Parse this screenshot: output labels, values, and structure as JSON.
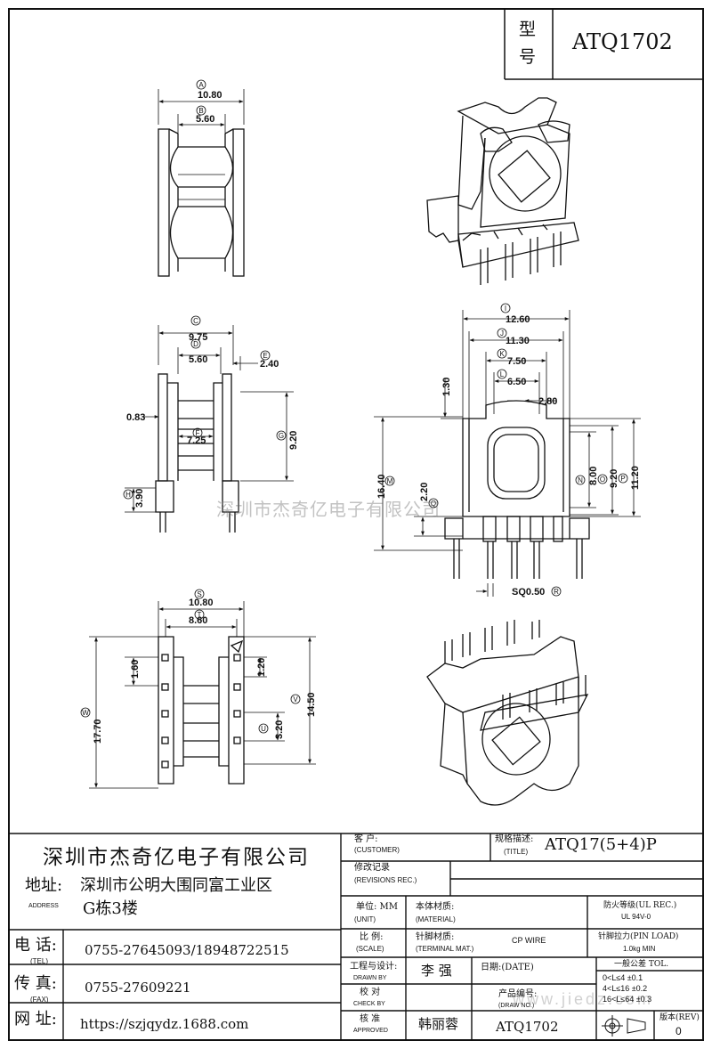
{
  "model_box": {
    "label_line1": "型",
    "label_line2": "号",
    "value": "ATQ1702"
  },
  "views": {
    "top": {
      "a_label": "A",
      "a_dim": "10.80",
      "b_label": "B",
      "b_dim": "5.60"
    },
    "front": {
      "c_label": "C",
      "c_dim": "9.75",
      "d_label": "D",
      "d_dim": "5.60",
      "e_label": "E",
      "e_dim": "2.40",
      "f_label": "F",
      "f_dim": "7.25",
      "g_label": "G",
      "g_dim": "9.20",
      "h_label": "H",
      "h_dim": "3.90",
      "dim_083": "0.83"
    },
    "side": {
      "i_label": "I",
      "i_dim": "12.60",
      "j_label": "J",
      "j_dim": "11.30",
      "k_label": "K",
      "k_dim": "7.50",
      "l_label": "L",
      "l_dim": "6.50",
      "dim_280": "2.80",
      "dim_130": "1.30",
      "m_label": "M",
      "m_dim": "16.40",
      "n_label": "N",
      "n_dim": "8.00",
      "o_label": "O",
      "o_dim": "9.20",
      "p_label": "P",
      "p_dim": "11.20",
      "q_dim": "2.20",
      "r_label": "R",
      "r_dim": "SQ0.50"
    },
    "bottom": {
      "s_label": "S",
      "s_dim": "10.80",
      "t_label": "T",
      "t_dim": "8.60",
      "u_label": "U",
      "u_dim": "3.20",
      "v_label": "V",
      "v_dim": "14.50",
      "w_label": "W",
      "w_dim": "17.70",
      "dim_160": "1.60",
      "dim_120": "1.20"
    }
  },
  "watermark": "深圳市杰奇亿电子有限公司",
  "watermark2": "www.jiedz.com",
  "company": {
    "name": "深圳市杰奇亿电子有限公司",
    "address_label": "地址:",
    "address_en": "ADDRESS",
    "address_line1": "深圳市公明大围同富工业区",
    "address_line2": "G栋3楼",
    "tel_label": "电 话:",
    "tel_en": "(TEL)",
    "tel": "0755-27645093/18948722515",
    "fax_label": "传 真:",
    "fax_en": "(FAX)",
    "fax": "0755-27609221",
    "web_label": "网 址:",
    "web": "https://szjqydz.1688.com"
  },
  "title_block": {
    "customer_cn": "客 户:",
    "customer_en": "(CUSTOMER)",
    "title_cn": "规格描述:",
    "title_en": "(TITLE)",
    "title_value": "ATQ17(5+4)P",
    "revisions_cn": "修改记录",
    "revisions_en": "(REVISIONS REC.)",
    "unit_cn": "单位: MM",
    "unit_en": "(UNIT)",
    "material_cn": "本体材质:",
    "material_en": "(MATERIAL)",
    "flame_cn": "防火等级(UL REC.)",
    "flame_value": "UL 94V-0",
    "scale_cn": "比 例:",
    "scale_en": "(SCALE)",
    "terminal_cn": "针脚材质:",
    "terminal_en": "(TERMINAL MAT.)",
    "terminal_value": "CP WIRE",
    "pin_load_cn": "针脚拉力(PIN LOAD)",
    "pin_load_value": "1.0kg MIN",
    "drawn_cn": "工程与设计:",
    "drawn_en": "DRAWN BY",
    "drawn_value": "李 强",
    "date_cn": "日期:(DATE)",
    "tol_title": "一般公差 TOL.",
    "tol_1": "0<L≤4  ±0.1",
    "tol_2": "4<L≤16 ±0.2",
    "tol_3": "16<L≤64 ±0.3",
    "check_cn": "校 对",
    "check_en": "CHECK BY",
    "part_cn": "产品编号:",
    "part_en": "(DRAW NO.)",
    "part_value": "ATQ1702",
    "approved_cn": "核 准",
    "approved_en": "APPROVED",
    "approved_value": "韩丽蓉",
    "rev_cn": "版本(REV)",
    "rev_value": "0"
  }
}
